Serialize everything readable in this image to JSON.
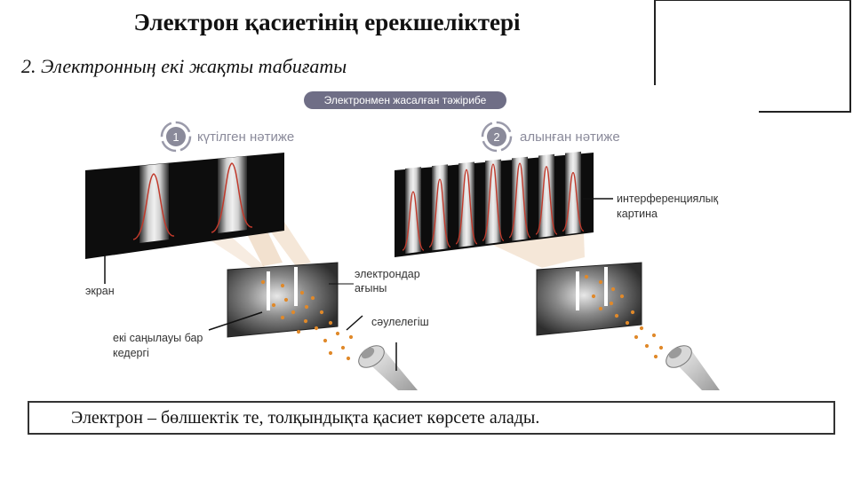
{
  "title": "Электрон қасиетінің ерекшеліктері",
  "subtitle": "2. Электронның екі жақты табиғаты",
  "diagram": {
    "banner": "Электронмен жасалған тәжірибе",
    "expected": {
      "number": "1",
      "label": "күтілген нәтиже"
    },
    "obtained": {
      "number": "2",
      "label": "алынған нәтиже"
    },
    "screen_label": "экран",
    "electron_stream_line1": "электрондар",
    "electron_stream_line2": "ағыны",
    "emitter_label": "сәулелегіш",
    "barrier_line1": "екі саңылауы бар",
    "barrier_line2": "кедергі",
    "interference_line1": "интерференциялық",
    "interference_line2": "картина",
    "colors": {
      "banner_bg": "#6f6e86",
      "dot": "#e0892a",
      "curve": "#c0392b",
      "circle": "#8a8a9a"
    }
  },
  "caption": "Электрон – бөлшектік те, толқындықта қасиет көрсете алады."
}
